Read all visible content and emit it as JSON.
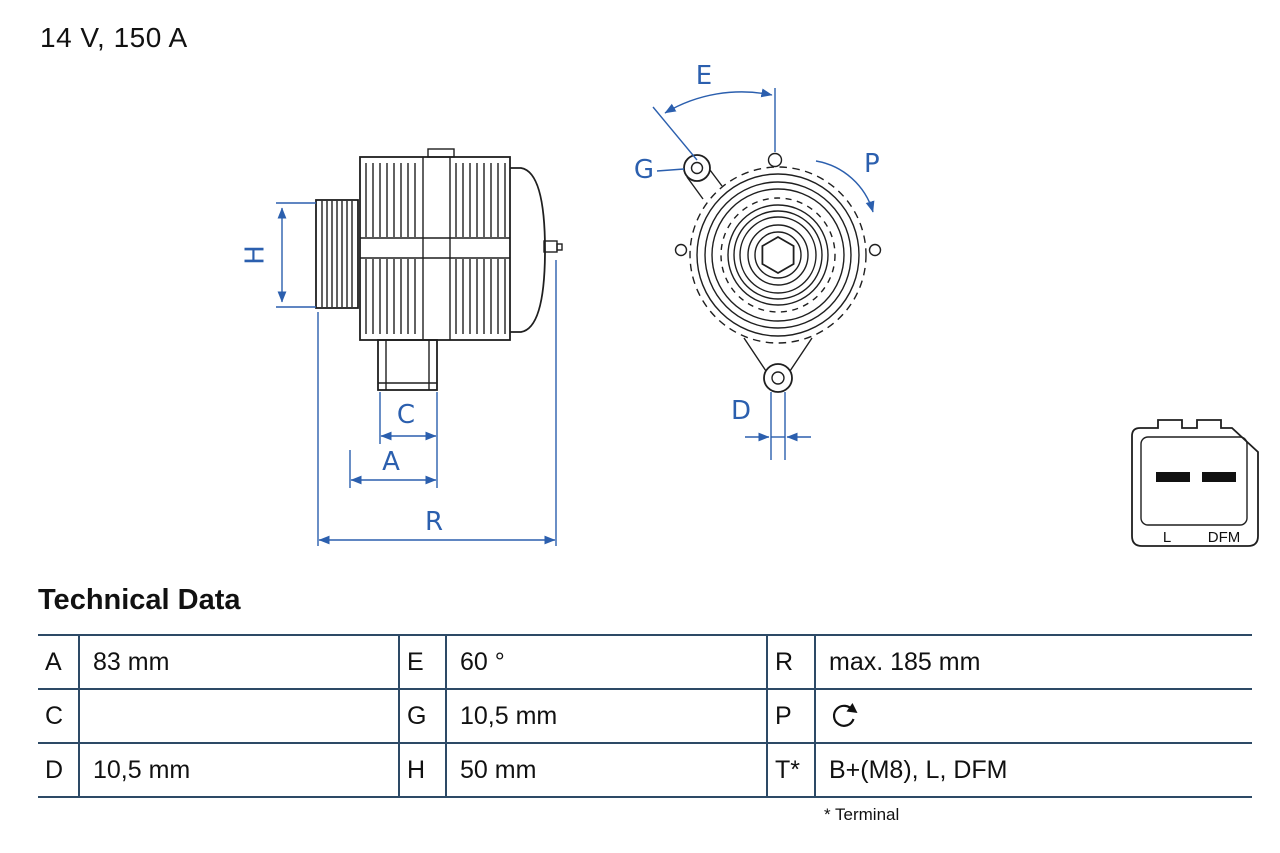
{
  "title": "14 V, 150 A",
  "drawing": {
    "labels": {
      "h": "H",
      "c": "C",
      "a": "A",
      "r": "R",
      "e": "E",
      "g": "G",
      "p": "P",
      "d": "D"
    },
    "connector": {
      "pin_left": "L",
      "pin_right": "DFM"
    }
  },
  "technical_data": {
    "heading": "Technical Data",
    "rows": [
      {
        "c1_key": "A",
        "c1_val": "83 mm",
        "c2_key": "E",
        "c2_val": "60 °",
        "c3_key": "R",
        "c3_val": "max. 185 mm"
      },
      {
        "c1_key": "C",
        "c1_val": "",
        "c2_key": "G",
        "c2_val": "10,5 mm",
        "c3_key": "P",
        "c3_val": ""
      },
      {
        "c1_key": "D",
        "c1_val": "10,5 mm",
        "c2_key": "H",
        "c2_val": "50 mm",
        "c3_key": "T*",
        "c3_val": "B+(M8), L, DFM"
      }
    ],
    "p_icon": "rotation-direction-icon",
    "footnote": "* Terminal"
  },
  "colors": {
    "dimension_blue": "#2b5fae",
    "table_line": "#2d4a66",
    "drawing_ink": "#1f1f1f"
  }
}
